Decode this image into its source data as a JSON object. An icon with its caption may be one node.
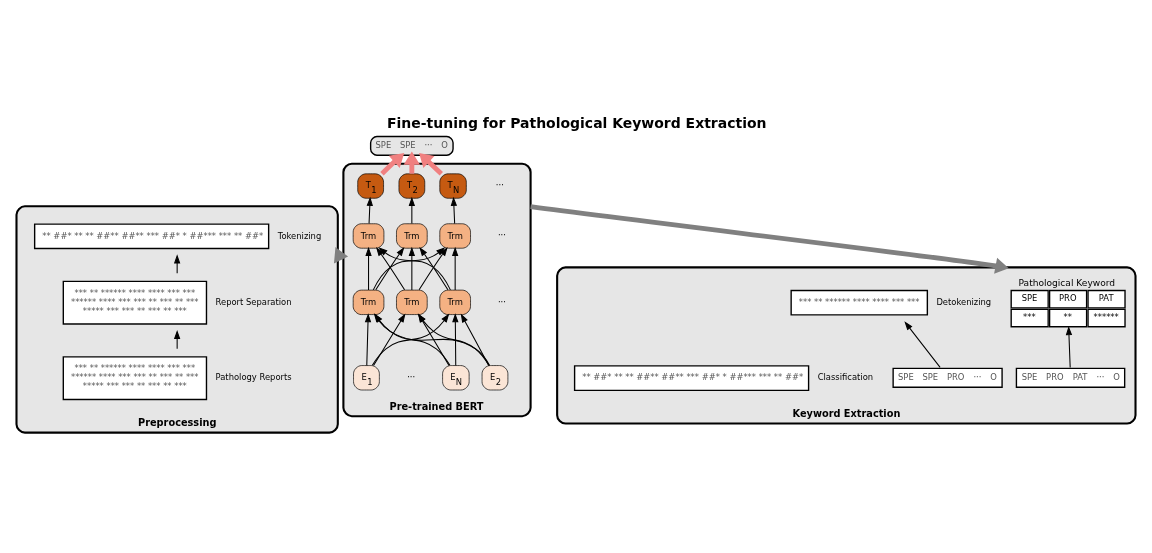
{
  "diagram": {
    "title": "Fine-tuning for Pathological Keyword Extraction",
    "nodes": [
      {
        "text": [
          "Preprocessing"
        ]
      },
      {
        "text": [
          "*** ** ****** **** **** *** ***",
          "****** **** *** *** ** *** ** ***",
          "***** *** *** ** *** ** ***"
        ],
        "in": 0,
        "beside": [
          "Pathology Reports"
        ]
      },
      {
        "text": [
          "*** ** ****** **** **** *** ***",
          "****** **** *** *** ** *** ** ***",
          "***** *** *** ** *** ** ***"
        ],
        "in": 0,
        "beside": [
          "Report Separation"
        ]
      },
      {
        "text": [
          "** ##* ** ** ##** ##** *** ##* * ##*** *** ** ##*"
        ],
        "in": 0,
        "beside": [
          "Tokenizing"
        ]
      },
      {
        "text": [
          "Pre-trained BERT"
        ]
      },
      {
        "text": [
          "E$_{1}$"
        ],
        "in": 4
      },
      {
        "text": [
          "E$_{2}$"
        ],
        "in": 4
      },
      {
        "text": [
          "E$_{N}$"
        ],
        "in": 4
      },
      {
        "text": [
          "Trm"
        ],
        "in": 4
      },
      {
        "text": [
          "Trm"
        ],
        "in": 4
      },
      {
        "text": [
          "Trm"
        ],
        "in": 4
      },
      {
        "text": [
          "Trm"
        ],
        "in": 4
      },
      {
        "text": [
          "Trm"
        ],
        "in": 4
      },
      {
        "text": [
          "Trm"
        ],
        "in": 4
      },
      {
        "text": [
          "T$_{1}$"
        ],
        "in": 4
      },
      {
        "text": [
          "T$_{2}$"
        ],
        "in": 4
      },
      {
        "text": [
          "T$_{N}$"
        ],
        "in": 4
      },
      {
        "text": [
          "SPE",
          "SPE",
          "···",
          "O"
        ]
      },
      {
        "text": [
          "Keyword Extraction"
        ]
      },
      {
        "text": [
          "Pathological Keyword",
          "SPE",
          "PRO",
          "PAT",
          "***",
          "**",
          "******"
        ],
        "in": 18
      },
      {
        "text": [
          "SPE",
          "PRO",
          "PAT",
          "···",
          "O"
        ],
        "in": 18
      },
      {
        "text": [
          "*** ** ****** **** **** *** ***"
        ],
        "in": 18,
        "beside": [
          "Detokenizing"
        ]
      },
      {
        "text": [
          "SPE",
          "SPE",
          "PRO",
          "···",
          "O"
        ],
        "in": 18
      },
      {
        "text": [
          "** ##* ** ** ##** ##** *** ##* * ##*** *** ** ##*"
        ],
        "in": 18,
        "beside": [
          "Classification"
        ]
      }
    ],
    "edges": [
      {
        "from": 1,
        "to": 2,
        "arrow": "to"
      },
      {
        "from": 2,
        "to": 3,
        "arrow": "to"
      },
      {
        "from": 5,
        "to": 8,
        "arrow": "to"
      },
      {
        "from": 5,
        "to": 9,
        "arrow": "to"
      },
      {
        "from": 5,
        "to": 10,
        "arrow": "to"
      },
      {
        "from": 6,
        "to": 8,
        "arrow": "to"
      },
      {
        "from": 6,
        "to": 9,
        "arrow": "to"
      },
      {
        "from": 6,
        "to": 10,
        "arrow": "to"
      },
      {
        "from": 7,
        "to": 8,
        "arrow": "to"
      },
      {
        "from": 7,
        "to": 9,
        "arrow": "to"
      },
      {
        "from": 7,
        "to": 10,
        "arrow": "to"
      },
      {
        "from": 8,
        "to": 11,
        "arrow": "to"
      },
      {
        "from": 8,
        "to": 12,
        "arrow": "to"
      },
      {
        "from": 8,
        "to": 13,
        "arrow": "to"
      },
      {
        "from": 9,
        "to": 11,
        "arrow": "to"
      },
      {
        "from": 9,
        "to": 12,
        "arrow": "to"
      },
      {
        "from": 9,
        "to": 13,
        "arrow": "to"
      },
      {
        "from": 10,
        "to": 11,
        "arrow": "to"
      },
      {
        "from": 10,
        "to": 12,
        "arrow": "to"
      },
      {
        "from": 10,
        "to": 13,
        "arrow": "to"
      },
      {
        "from": 11,
        "to": 14,
        "arrow": "to"
      },
      {
        "from": 12,
        "to": 15,
        "arrow": "to"
      },
      {
        "from": 13,
        "to": 16,
        "arrow": "to"
      },
      {
        "from": 14,
        "to": 17,
        "arrow": "to",
        "style": "thick",
        "color": "#f08080"
      },
      {
        "from": 15,
        "to": 17,
        "arrow": "to",
        "style": "thick",
        "color": "#f08080"
      },
      {
        "from": 16,
        "to": 17,
        "arrow": "to",
        "style": "thick",
        "color": "#f08080"
      },
      {
        "from": 0,
        "to": 4,
        "arrow": "to",
        "style": "thick",
        "color": "#808080"
      },
      {
        "from": 4,
        "to": 18,
        "arrow": "to",
        "style": "thick",
        "color": "#808080"
      },
      {
        "from": 22,
        "to": 21,
        "arrow": "to"
      },
      {
        "from": 20,
        "to": 19,
        "arrow": "to"
      }
    ],
    "labels": [
      "···",
      "···",
      "···",
      "···"
    ]
  }
}
